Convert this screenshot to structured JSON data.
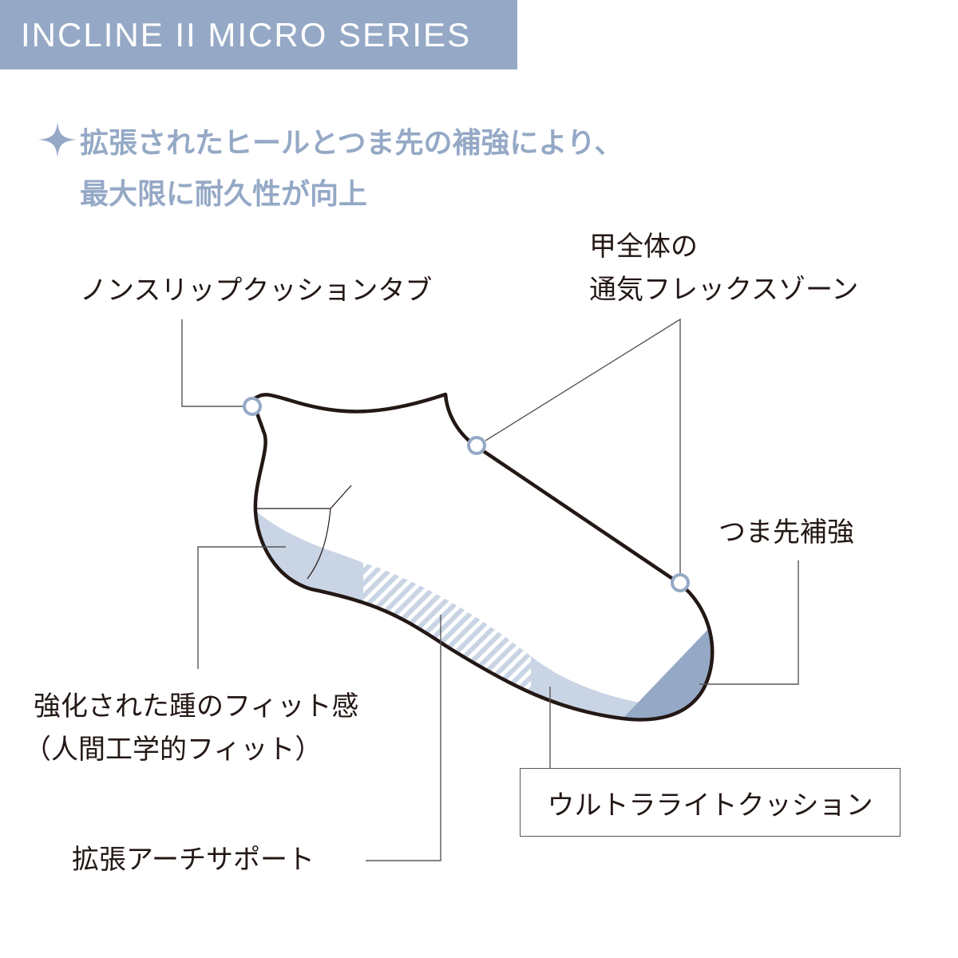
{
  "header": {
    "title": "INCLINE II MICRO SERIES",
    "band_color": "#95a9c6"
  },
  "headline": {
    "icon": "sparkle-icon",
    "line1": "拡張されたヒールとつま先の補強により、",
    "line2": "最大限に耐久性が向上",
    "color": "#95a9c6"
  },
  "callouts": {
    "cushion_tab": "ノンスリップクッションタブ",
    "flex_zone_line1": "甲全体の",
    "flex_zone_line2": "通気フレックスゾーン",
    "toe_reinforcement": "つま先補強",
    "heel_fit_line1": "強化された踵のフィット感",
    "heel_fit_line2": "（人間工学的フィット）",
    "ultralight_cushion": "ウルトラライトクッション",
    "arch_support": "拡張アーチサポート"
  },
  "colors": {
    "outline": "#231815",
    "light_fill": "#c9d4e4",
    "dark_fill": "#95a9c6",
    "leader": "#595757"
  }
}
